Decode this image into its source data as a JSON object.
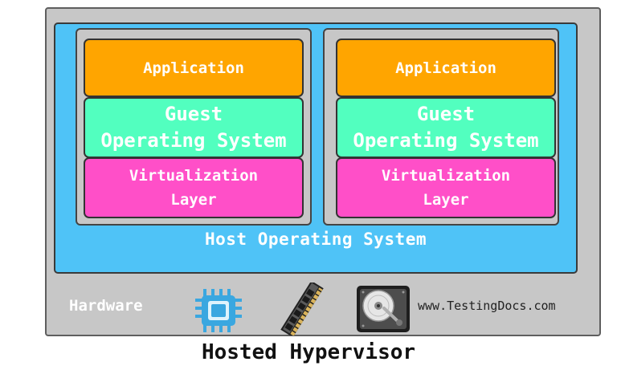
{
  "diagram": {
    "caption": "Hosted Hypervisor",
    "host_os_label": "Host Operating System",
    "hardware_label": "Hardware",
    "site": "www.TestingDocs.com",
    "vms": [
      {
        "application": "Application",
        "guest_os_line1": "Guest",
        "guest_os_line2": "Operating System",
        "virt_line1": "Virtualization",
        "virt_line2": "Layer"
      },
      {
        "application": "Application",
        "guest_os_line1": "Guest",
        "guest_os_line2": "Operating System",
        "virt_line1": "Virtualization",
        "virt_line2": "Layer"
      }
    ],
    "hardware_icons": [
      "cpu-icon",
      "ram-icon",
      "hard-disk-icon"
    ],
    "colors": {
      "hardware": "#c7c7c7",
      "host_os": "#4fc3f7",
      "application": "#ffa500",
      "guest_os": "#52ffbf",
      "virtualization": "#ff4fc8"
    }
  }
}
